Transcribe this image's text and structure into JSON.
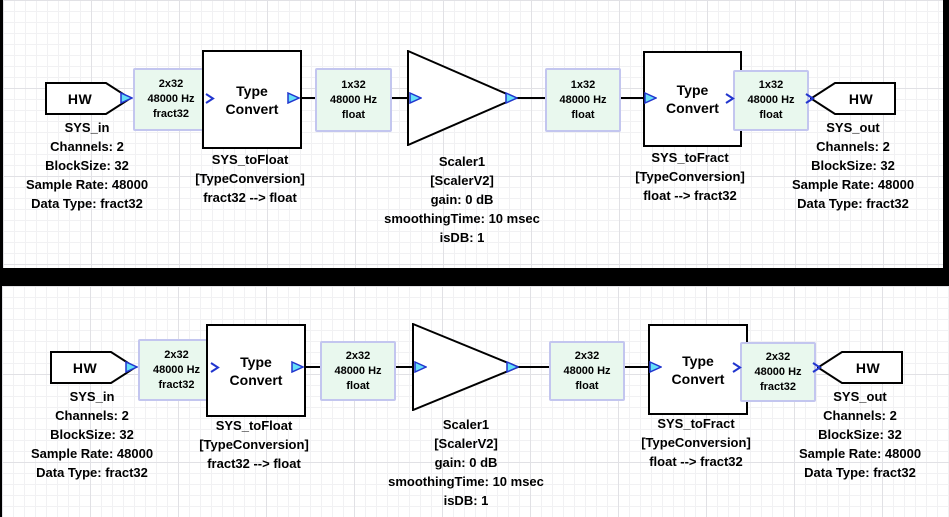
{
  "canvas": {
    "background": "#000000",
    "grid_minor": "#f1f1f3",
    "grid_major": "#e1e1e5"
  },
  "palette": {
    "wire_label_bg": "#e9f8ee",
    "wire_label_border": "#c3c6ef",
    "pin_fill": "#66e0f8",
    "pin_stroke": "#2135ce",
    "wire_color": "#000000"
  },
  "diagrams": [
    {
      "hw_in": {
        "label": "HW",
        "caption": [
          "SYS_in",
          "Channels: 2",
          "BlockSize: 32",
          "Sample Rate: 48000",
          "Data Type: fract32"
        ]
      },
      "wire_labels": [
        {
          "rows": [
            "2x32",
            "48000 Hz",
            "fract32"
          ]
        },
        {
          "rows": [
            "1x32",
            "48000 Hz",
            "float"
          ]
        },
        {
          "rows": [
            "1x32",
            "48000 Hz",
            "float"
          ]
        },
        {
          "rows": [
            "1x32",
            "48000 Hz",
            "float"
          ]
        }
      ],
      "type_convert_1": {
        "label_line1": "Type",
        "label_line2": "Convert",
        "caption": [
          "SYS_toFloat",
          "[TypeConversion]",
          "fract32 --> float"
        ]
      },
      "scaler": {
        "caption": [
          "Scaler1",
          "[ScalerV2]",
          "gain: 0 dB",
          "smoothingTime: 10 msec",
          "isDB: 1"
        ]
      },
      "type_convert_2": {
        "label_line1": "Type",
        "label_line2": "Convert",
        "caption": [
          "SYS_toFract",
          "[TypeConversion]",
          "float --> fract32"
        ]
      },
      "hw_out": {
        "label": "HW",
        "caption": [
          "SYS_out",
          "Channels: 2",
          "BlockSize: 32",
          "Sample Rate: 48000",
          "Data Type: fract32"
        ]
      }
    },
    {
      "hw_in": {
        "label": "HW",
        "caption": [
          "SYS_in",
          "Channels: 2",
          "BlockSize: 32",
          "Sample Rate: 48000",
          "Data Type: fract32"
        ]
      },
      "wire_labels": [
        {
          "rows": [
            "2x32",
            "48000 Hz",
            "fract32"
          ]
        },
        {
          "rows": [
            "2x32",
            "48000 Hz",
            "float"
          ]
        },
        {
          "rows": [
            "2x32",
            "48000 Hz",
            "float"
          ]
        },
        {
          "rows": [
            "2x32",
            "48000 Hz",
            "fract32"
          ]
        }
      ],
      "type_convert_1": {
        "label_line1": "Type",
        "label_line2": "Convert",
        "caption": [
          "SYS_toFloat",
          "[TypeConversion]",
          "fract32 --> float"
        ]
      },
      "scaler": {
        "caption": [
          "Scaler1",
          "[ScalerV2]",
          "gain: 0 dB",
          "smoothingTime: 10 msec",
          "isDB: 1"
        ]
      },
      "type_convert_2": {
        "label_line1": "Type",
        "label_line2": "Convert",
        "caption": [
          "SYS_toFract",
          "[TypeConversion]",
          "float --> fract32"
        ]
      },
      "hw_out": {
        "label": "HW",
        "caption": [
          "SYS_out",
          "Channels: 2",
          "BlockSize: 32",
          "Sample Rate: 48000",
          "Data Type: fract32"
        ]
      }
    }
  ]
}
